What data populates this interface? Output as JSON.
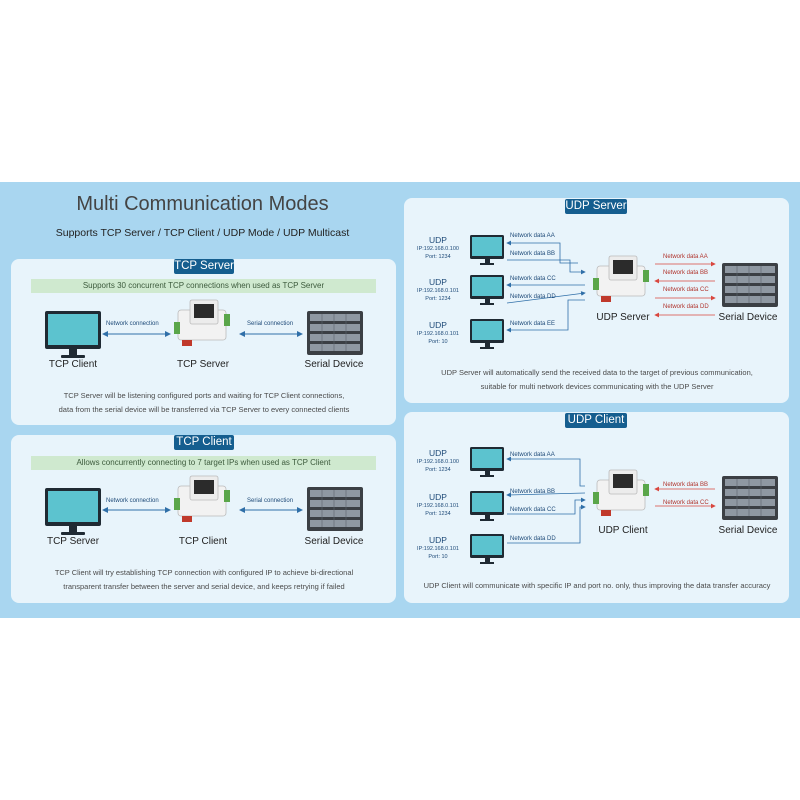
{
  "header": {
    "title": "Multi Communication Modes",
    "subtitle": "Supports TCP Server / TCP Client / UDP Mode / UDP Multicast"
  },
  "tcp_server": {
    "title": "TCP Server",
    "note": "Supports 30 concurrent TCP connections when used as TCP Server",
    "left_label": "TCP Client",
    "center_label": "TCP Server",
    "right_label": "Serial Device",
    "link_left": "Network connection",
    "link_right": "Serial connection",
    "desc_line1": "TCP Server will be listening configured ports and waiting for TCP Client connections,",
    "desc_line2": "data from the serial device will be transferred via TCP Server to every connected clients"
  },
  "tcp_client": {
    "title": "TCP Client",
    "note": "Allows concurrently connecting to 7 target IPs when used as TCP Client",
    "left_label": "TCP Server",
    "center_label": "TCP Client",
    "right_label": "Serial Device",
    "link_left": "Network connection",
    "link_right": "Serial connection",
    "desc_line1": "TCP Client will try establishing TCP connection with configured IP to achieve bi-directional",
    "desc_line2": "transparent transfer between the server and serial device, and keeps retrying if failed"
  },
  "udp_server": {
    "title": "UDP Server",
    "center_label": "UDP Server",
    "right_label": "Serial Device",
    "clients": [
      {
        "title": "UDP",
        "ip": "IP:192.168.0.100",
        "port": "Port: 1234"
      },
      {
        "title": "UDP",
        "ip": "IP:192.168.0.101",
        "port": "Port: 1234"
      },
      {
        "title": "UDP",
        "ip": "IP:192.168.0.101",
        "port": "Port: 10"
      }
    ],
    "net_labels": [
      "Network data AA",
      "Network data BB",
      "Network data CC",
      "Network data DD",
      "Network data EE"
    ],
    "serial_labels": [
      "Network data AA",
      "Network data BB",
      "Network data CC",
      "Network data DD"
    ],
    "desc_line1": "UDP Server will automatically send the received data to the target of previous communication,",
    "desc_line2": "suitable for multi network devices communicating with the UDP Server"
  },
  "udp_client": {
    "title": "UDP Client",
    "center_label": "UDP Client",
    "right_label": "Serial Device",
    "clients": [
      {
        "title": "UDP",
        "ip": "IP:192.168.0.100",
        "port": "Port: 1234"
      },
      {
        "title": "UDP",
        "ip": "IP:192.168.0.101",
        "port": "Port: 1234"
      },
      {
        "title": "UDP",
        "ip": "IP:192.168.0.101",
        "port": "Port: 10"
      }
    ],
    "net_labels": [
      "Network data AA",
      "Network data BB",
      "Network data CC",
      "Network data DD"
    ],
    "serial_labels": [
      "Network data BB",
      "Network data CC"
    ],
    "desc_line1": "UDP Client will communicate with specific IP and port no. only, thus improving the data transfer accuracy"
  },
  "colors": {
    "banner": "#a9d6f0",
    "panel": "#e8f4fb",
    "title_bar": "#155e8f",
    "note_bg": "#cfe9cf",
    "arrow_blue": "#2f6fa8",
    "arrow_red": "#d9473f"
  },
  "icons": [
    "monitor-icon",
    "rs485-converter-icon",
    "server-rack-icon"
  ]
}
